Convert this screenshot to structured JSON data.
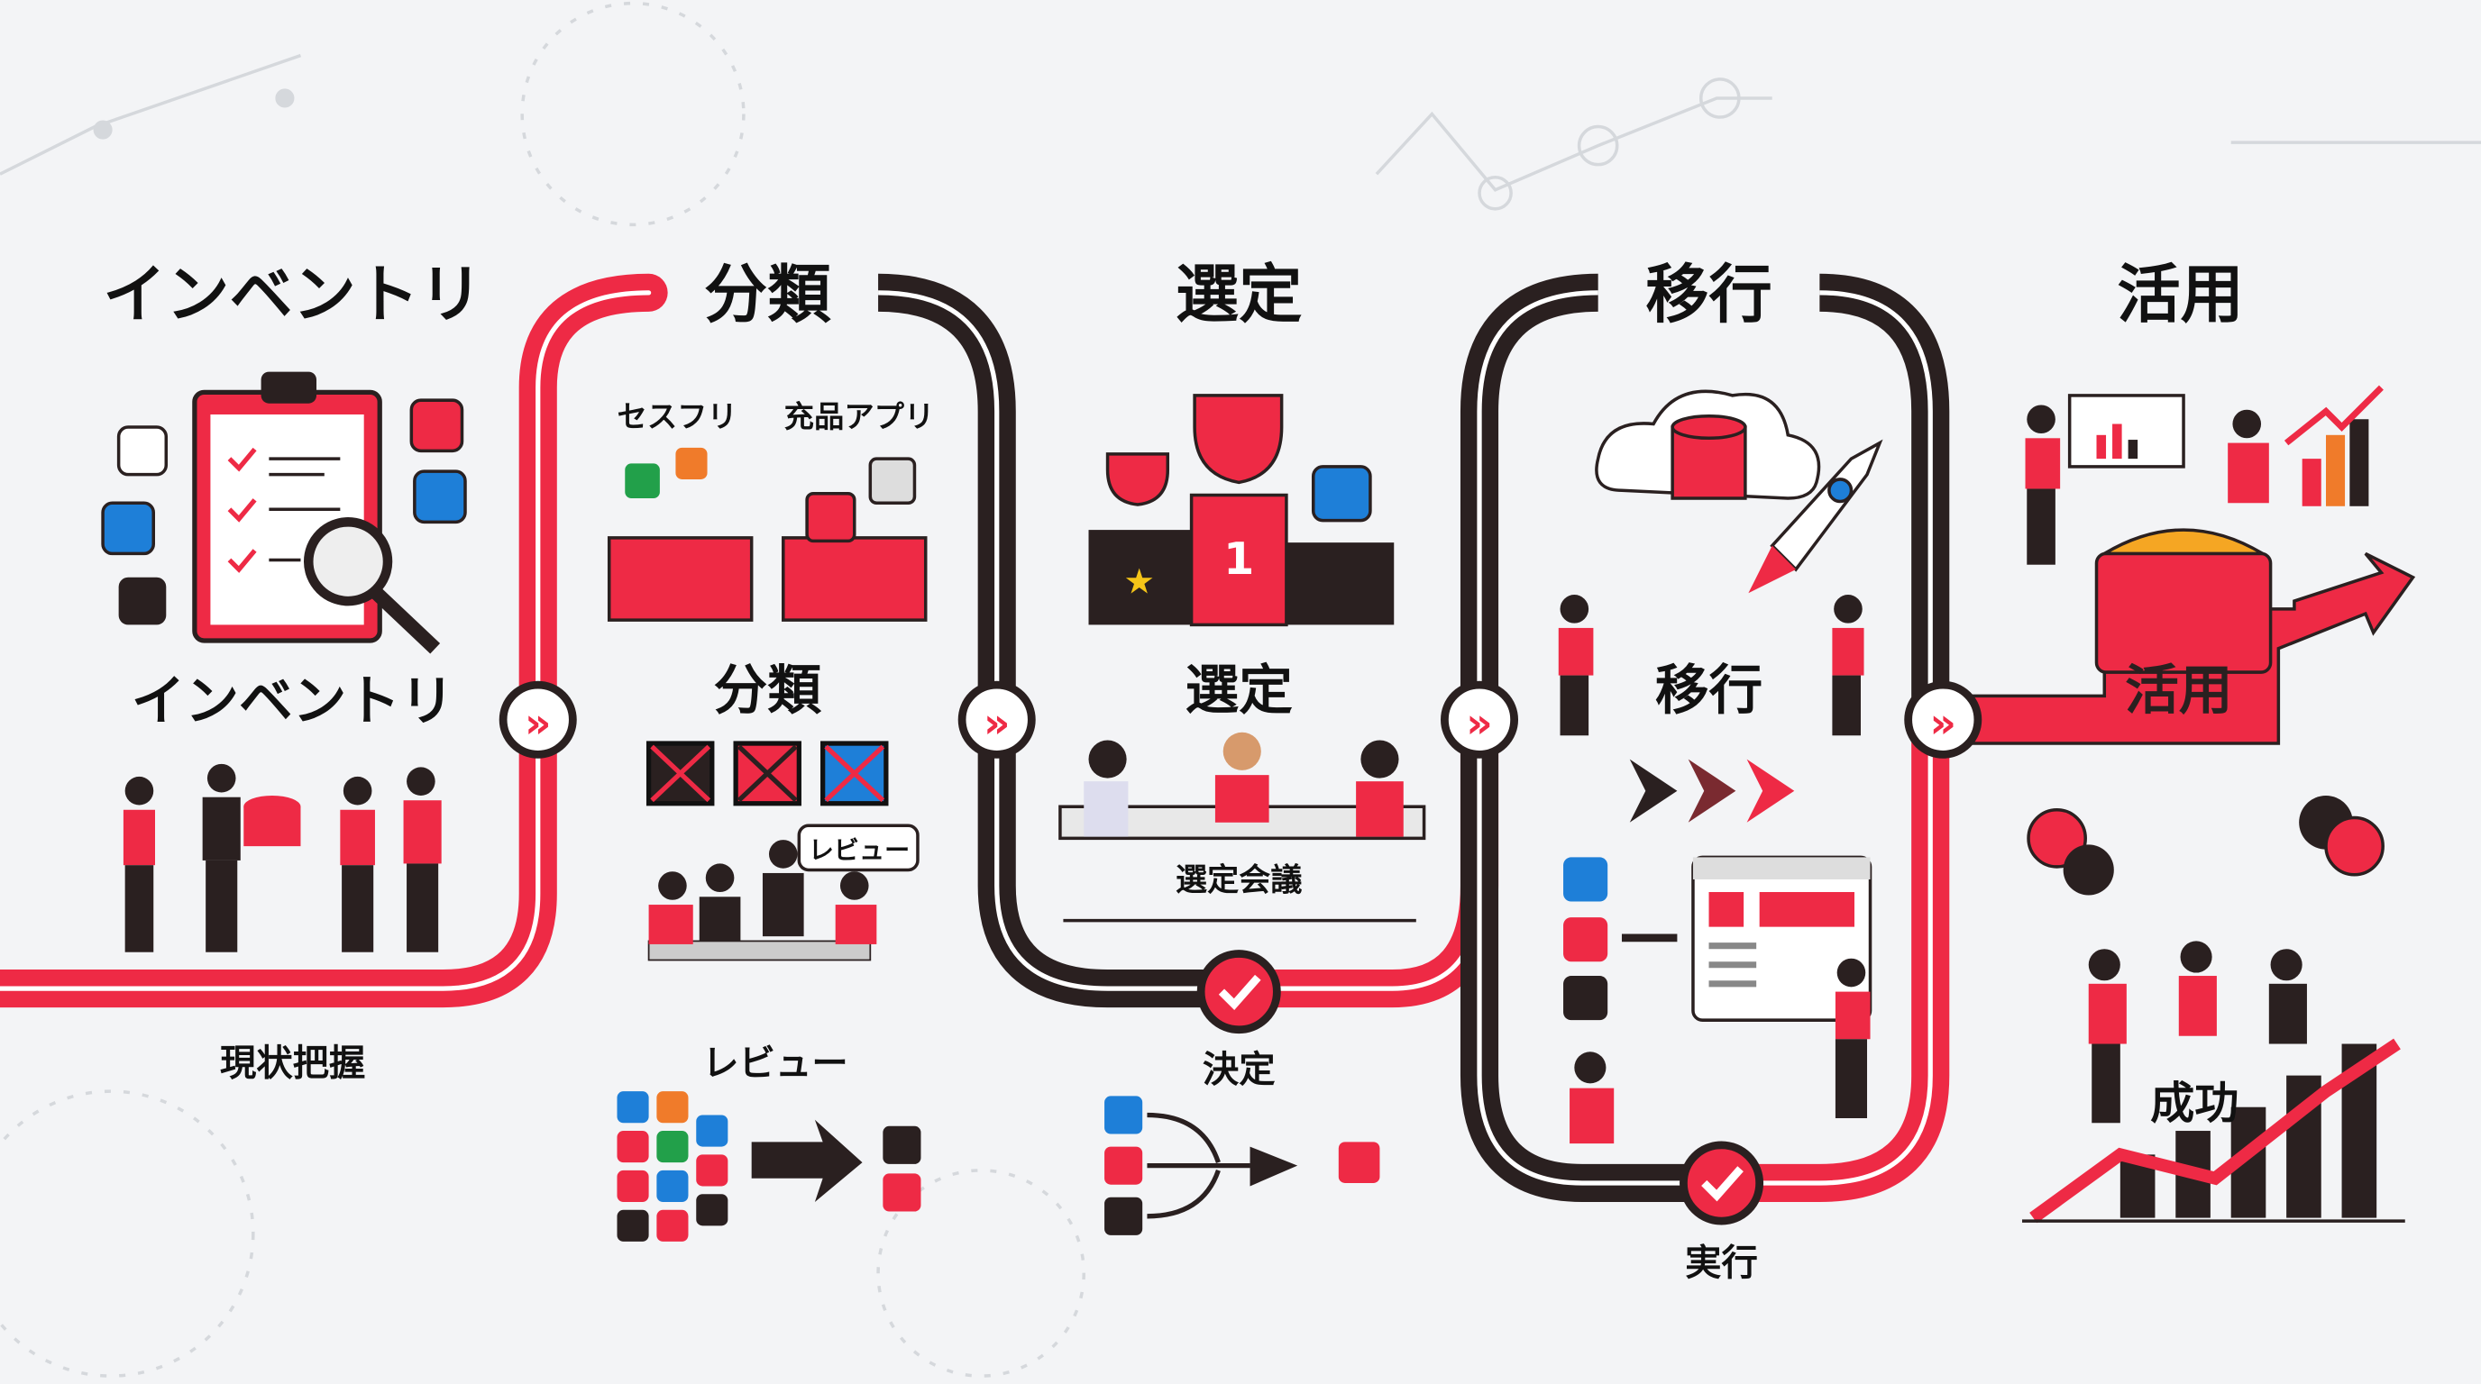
{
  "colors": {
    "accent": "#ee2a45",
    "dark": "#2a2020",
    "bg": "#f3f4f6"
  },
  "stages": [
    {
      "title": "インベントリ",
      "sub": "インベントリ",
      "bottom": "現状把握"
    },
    {
      "title": "分類",
      "sub": "分類",
      "bottom": "レビュー",
      "group_a": "セスフリ",
      "group_b": "充品アプリ",
      "bubble": "レビュー"
    },
    {
      "title": "選定",
      "sub": "選定",
      "bottom": "決定",
      "meeting": "選定会議",
      "podium_rank": "1"
    },
    {
      "title": "移行",
      "sub": "移行",
      "bottom": "実行"
    },
    {
      "title": "活用",
      "sub": "活用",
      "bottom": "成功"
    }
  ]
}
